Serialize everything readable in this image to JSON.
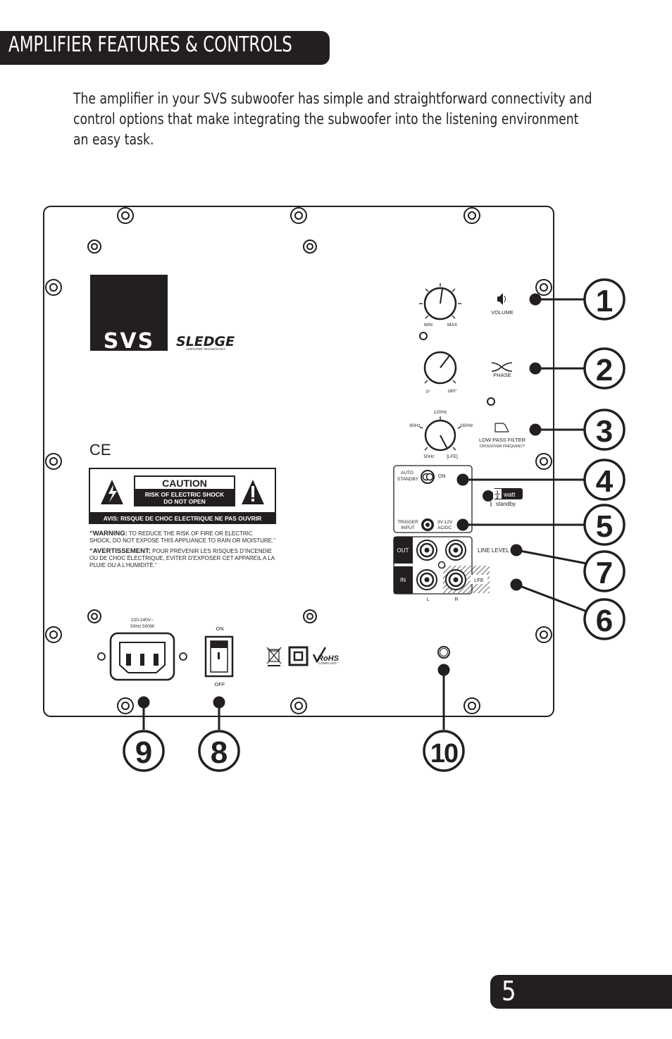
{
  "header": {
    "title": "AMPLIFIER FEATURES & CONTROLS"
  },
  "intro": "The amplifier in your SVS subwoofer has simple and straightforward connectivity and control options that make integrating the subwoofer into the listening environment an easy task.",
  "page_number": "5",
  "panel": {
    "brand_logo": "SVS",
    "amp_logo": "SLEDGE",
    "amp_logo_sub": "AMPLIFIER TECHNOLOGY",
    "ce_mark": "CE",
    "volume": {
      "label": "VOLUME",
      "min": "MIN",
      "max": "MAX"
    },
    "phase": {
      "label": "PHASE",
      "min": "0°",
      "max": "180°"
    },
    "lpf": {
      "label": "LOW PASS FILTER",
      "sublabel": "CROSSOVER FREQUENCY",
      "t50": "50Hz",
      "t80": "80Hz",
      "t120": "120Hz",
      "t160": "160Hz",
      "tlfe": "[LFE]"
    },
    "auto_standby": {
      "label_1": "AUTO",
      "label_2": "STANDBY",
      "on": "ON"
    },
    "half_watt": {
      "num": "1",
      "den": "2",
      "watt": "watt",
      "standby": "standby"
    },
    "trigger": {
      "label_1": "TRIGGER",
      "label_2": "INPUT",
      "spec_1": "3V-12V",
      "spec_2": "AC/DC"
    },
    "io": {
      "out": "OUT",
      "in": "IN",
      "lfe": "LFE",
      "l": "L",
      "r": "R",
      "line_level": "LINE LEVEL"
    },
    "caution": {
      "title": "CAUTION",
      "line1": "RISK OF ELECTRIC SHOCK",
      "line2": "DO NOT OPEN",
      "avis": "AVIS: RISQUE DE CHOC ELECTRIQUE NE PAS OUVRIR",
      "warning_head": "“WARNING:",
      "warning_body_1": " TO REDUCE THE RISK OF FIRE OR ELECTRIC",
      "warning_body_2": "SHOCK, DO NOT EXPOSE THIS APPLIANCE TO RAIN OR MOISTURE.”",
      "avert_head": "“AVERTISSEMENT:",
      "avert_body_1": " POUR PRÉVENIR LES RISQUES D’INCENDIE",
      "avert_body_2": "OU DE CHOC ÉLECTRIQUE, EVITER D’EXPOSER CET APPAREIL A LA",
      "avert_body_3": "PLUIE OU A L’HUMIDITÉ.”"
    },
    "power_spec_1": "220-240V~",
    "power_spec_2": "50Hz  500W",
    "switch": {
      "on": "ON",
      "off": "OFF"
    },
    "rohs": "RoHS",
    "rohs_sub": "COMPLIANT"
  },
  "callouts": [
    "1",
    "2",
    "3",
    "4",
    "5",
    "7",
    "6",
    "9",
    "8",
    "10"
  ],
  "colors": {
    "ink": "#231f20",
    "paper": "#ffffff"
  }
}
